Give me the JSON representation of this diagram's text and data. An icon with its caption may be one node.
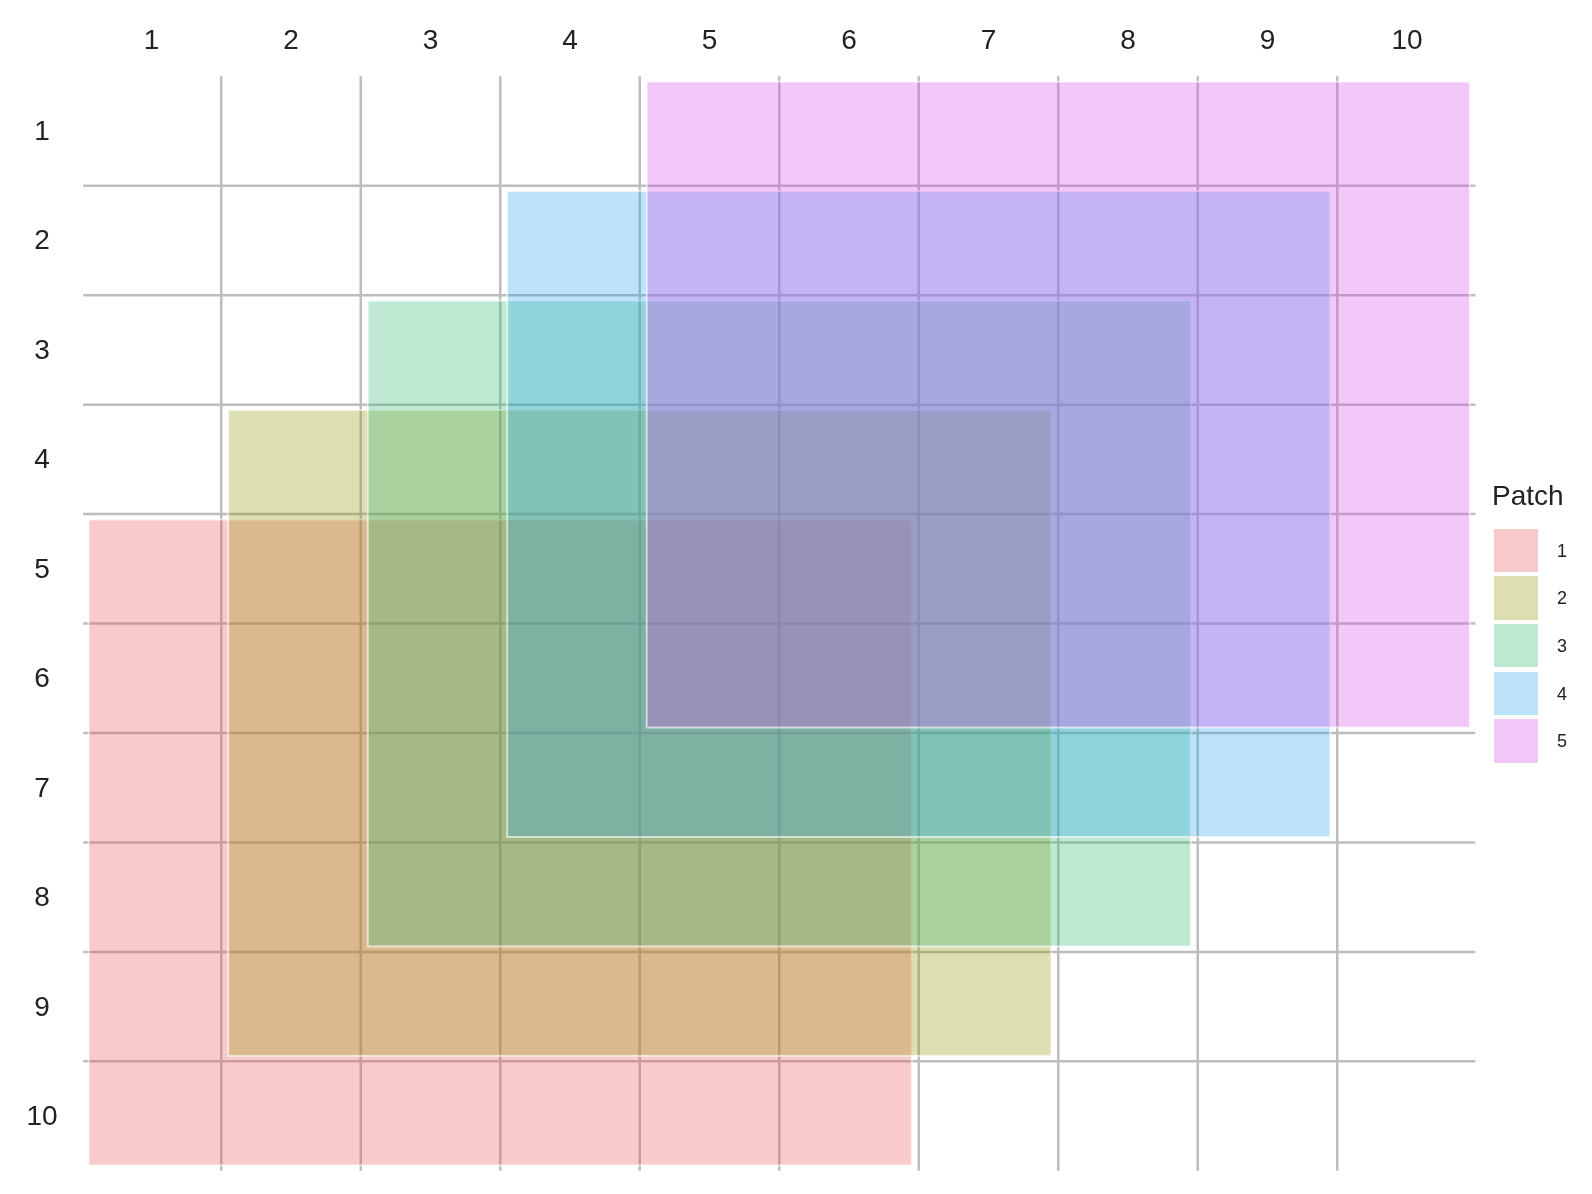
{
  "diagram": {
    "labels": [
      "1",
      "2",
      "3",
      "4",
      "5",
      "6",
      "7",
      "8",
      "9",
      "10",
      "1",
      "2",
      "3",
      "4",
      "5",
      "6",
      "7",
      "8",
      "9",
      "10",
      "Patch"
    ],
    "legend": [
      {
        "text": "1",
        "color": "#f9cacb"
      },
      {
        "text": "2",
        "color": "#dedeb3"
      },
      {
        "text": "3",
        "color": "#c0e9d4"
      },
      {
        "text": "4",
        "color": "#bde3f9"
      },
      {
        "text": "5",
        "color": "#f2c8f9"
      }
    ]
  }
}
